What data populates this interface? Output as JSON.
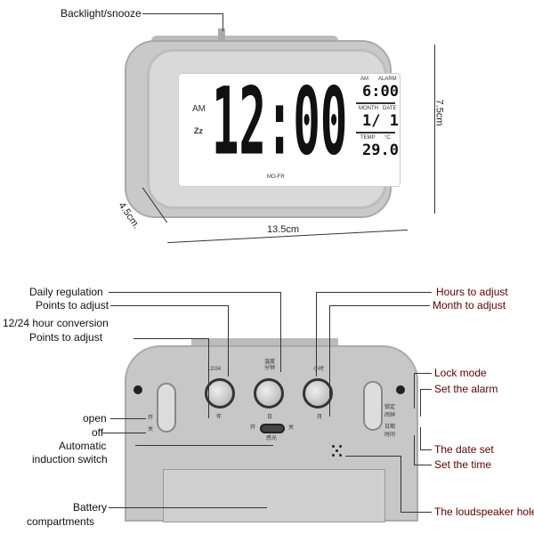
{
  "top": {
    "callouts": {
      "backlight": "Backlight/snooze"
    },
    "display": {
      "am": "AM",
      "time": "12:00",
      "zz": "Zz",
      "mo_fr": "MO-FR",
      "am_small": "AM",
      "alarm_label": "ALARM",
      "alarm_time": "6:00",
      "month_label": "MONTH",
      "date_label": "DATE",
      "date": "1/ 1",
      "temp_label": "TEMP",
      "temp_unit": "°C",
      "temp": "29.0"
    },
    "dimensions": {
      "height": "7.5cm",
      "depth": "4.5cm.",
      "width": "13.5cm"
    }
  },
  "back": {
    "callouts_left": [
      "Daily regulation",
      "Points to adjust",
      "12/24 hour conversion",
      "Points to adjust",
      "open",
      "off",
      "Automatic",
      "induction switch",
      "Battery",
      "compartments"
    ],
    "callouts_right": [
      "Hours to adjust",
      "Month to adjust",
      "Lock mode",
      "Set the alarm",
      "The date set",
      "Set the time",
      "The loudspeaker hole"
    ],
    "panel": {
      "btn1_top": "12/24",
      "btn2_top": "温度\n分钟",
      "btn3_top": "小时",
      "btn1_bottom": "年",
      "btn2_bottom": "日",
      "btn3_bottom": "月",
      "left_on": "开",
      "left_off": "关",
      "sw_left": "开",
      "sw_right": "关",
      "sw_bottom": "感光",
      "r1": "锁定",
      "r2": "闹钟",
      "r3": "日期",
      "r4": "时间"
    }
  }
}
